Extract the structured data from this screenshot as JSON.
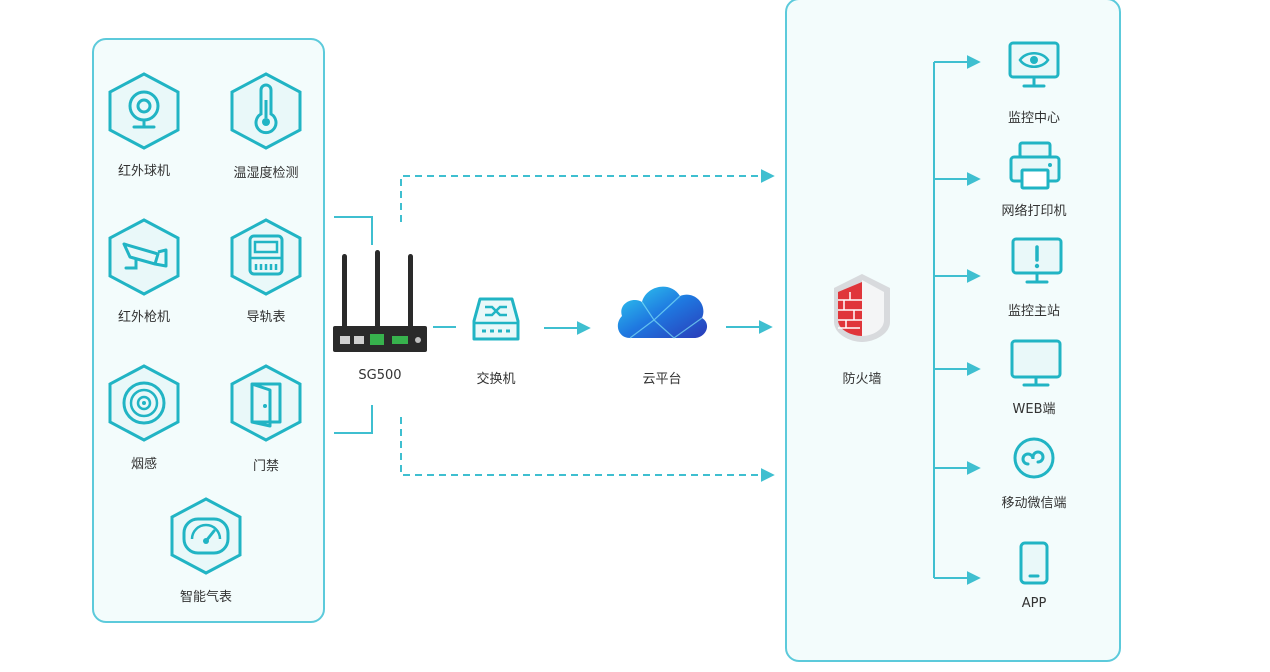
{
  "colors": {
    "teal": "#21b4c4",
    "teal_light": "#e9f8f9",
    "panel_border": "#5ccadb",
    "panel_fill": "#f3fcfc",
    "arrow": "#3fbfd0",
    "router_body": "#2a2a2a",
    "cloud_blue": "#1f78e0",
    "firewall_red": "#e0353a"
  },
  "sensors": [
    {
      "id": "ptz-camera",
      "label": "红外球机",
      "icon": "dome-camera-icon"
    },
    {
      "id": "temp-humidity",
      "label": "温湿度检测",
      "icon": "thermometer-icon"
    },
    {
      "id": "bullet-camera",
      "label": "红外枪机",
      "icon": "bullet-camera-icon"
    },
    {
      "id": "rail-meter",
      "label": "导轨表",
      "icon": "meter-icon"
    },
    {
      "id": "smoke",
      "label": "烟感",
      "icon": "smoke-detector-icon"
    },
    {
      "id": "access",
      "label": "门禁",
      "icon": "door-icon"
    },
    {
      "id": "gas-meter",
      "label": "智能气表",
      "icon": "gauge-icon"
    }
  ],
  "gateway": {
    "label": "SG500"
  },
  "switch": {
    "label": "交换机"
  },
  "cloud": {
    "label": "云平台"
  },
  "firewall": {
    "label": "防火墙"
  },
  "clients": [
    {
      "id": "monitor-center",
      "label": "监控中心",
      "icon": "eye-monitor-icon"
    },
    {
      "id": "printer",
      "label": "网络打印机",
      "icon": "printer-icon"
    },
    {
      "id": "master-station",
      "label": "监控主站",
      "icon": "alert-monitor-icon"
    },
    {
      "id": "web",
      "label": "WEB端",
      "icon": "web-monitor-icon"
    },
    {
      "id": "wechat",
      "label": "移动微信端",
      "icon": "mini-program-icon"
    },
    {
      "id": "app",
      "label": "APP",
      "icon": "phone-icon"
    }
  ]
}
